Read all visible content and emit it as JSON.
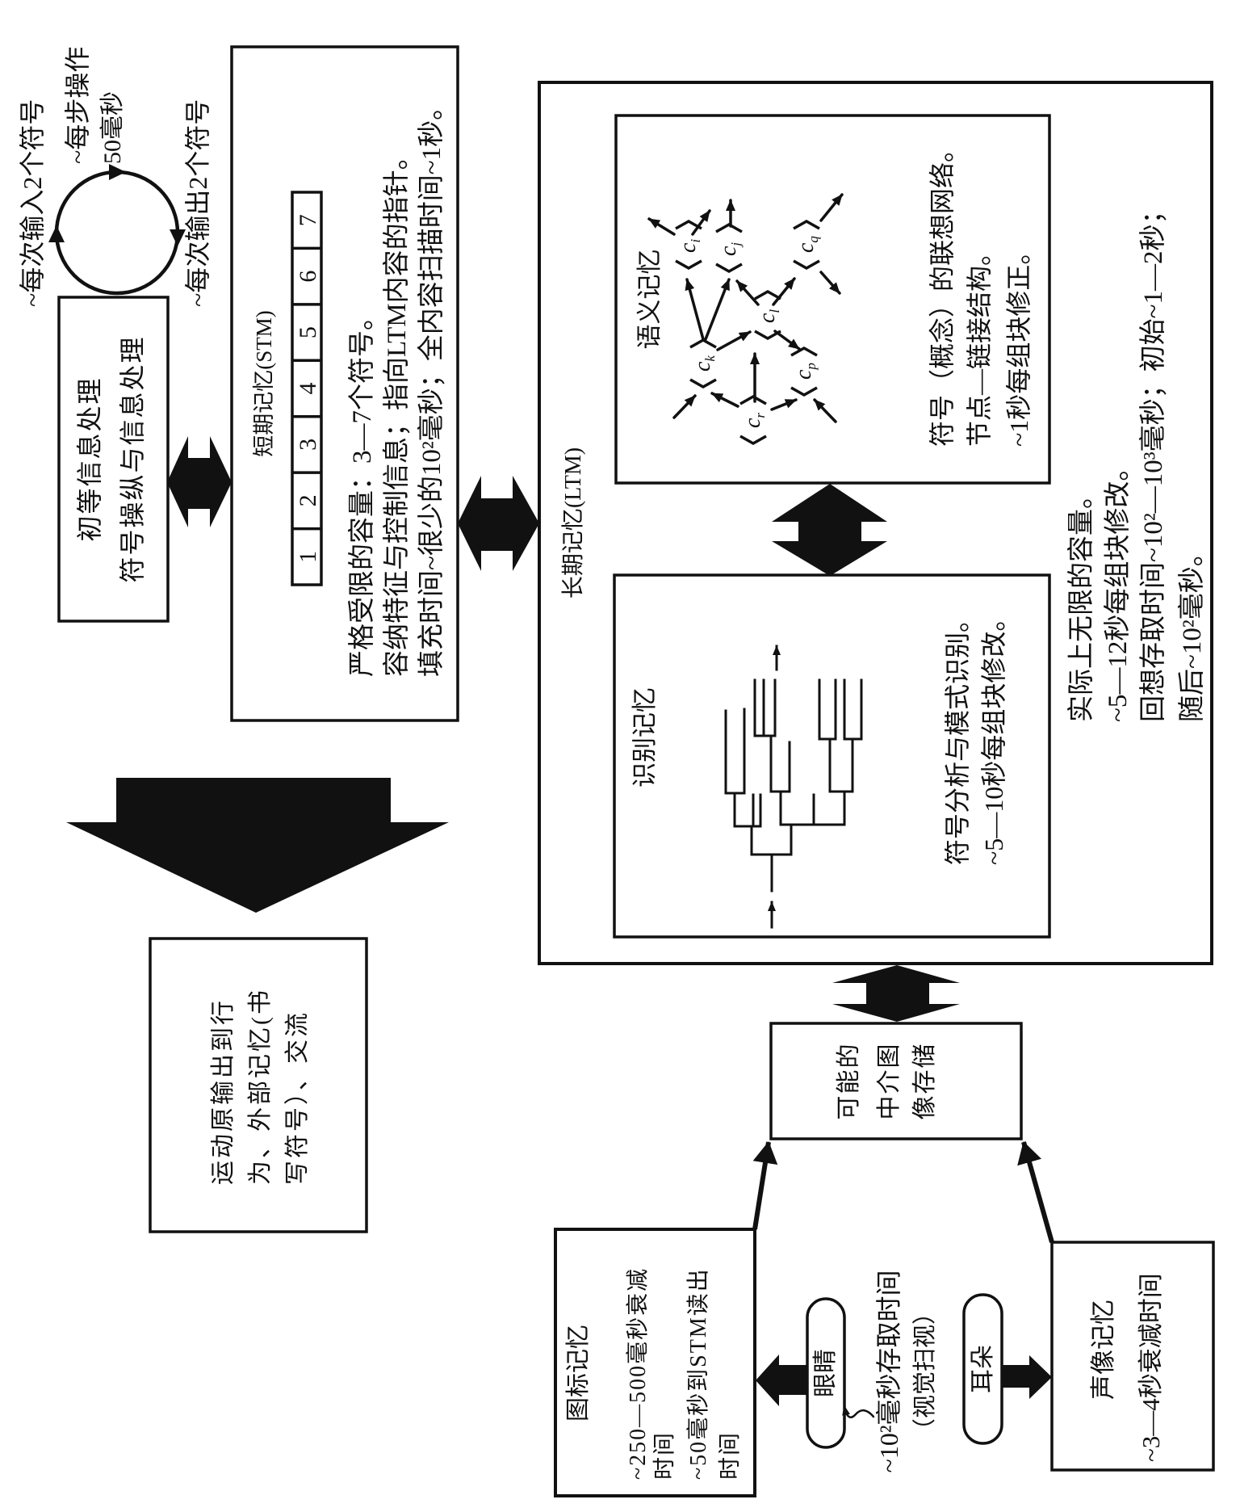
{
  "loop": {
    "input_label": "~每次输入2个符号",
    "step_label": [
      "~每步操作",
      "50毫秒"
    ],
    "output_label": "~每次输出2个符号"
  },
  "processor": {
    "lines": [
      "初等信息处理",
      "符号操纵与信息处理"
    ]
  },
  "stm": {
    "title": "短期记忆(STM)",
    "slots": [
      "1",
      "2",
      "3",
      "4",
      "5",
      "6",
      "7"
    ],
    "lines": [
      "严格受限的容量：3—7个符号。",
      "容纳特征与控制信息；指向LTM内容的指针。",
      "填充时间~很少的10²毫秒；全内容扫描时间~1秒。"
    ]
  },
  "ltm": {
    "title": "长期记忆(LTM)",
    "semantic_memory": {
      "title": "语义记忆",
      "nodes": [
        {
          "letter": "c",
          "sub": "i"
        },
        {
          "letter": "c",
          "sub": "j"
        },
        {
          "letter": "c",
          "sub": "q"
        },
        {
          "letter": "c",
          "sub": "l"
        },
        {
          "letter": "c",
          "sub": "k"
        },
        {
          "letter": "c",
          "sub": "p"
        },
        {
          "letter": "c",
          "sub": "r"
        }
      ],
      "lines": [
        "符号（概念）的联想网络。",
        "节点—链接结构。",
        "~1秒每组块修正。"
      ]
    },
    "recognition_memory": {
      "title": "识别记忆",
      "lines": [
        "符号分析与模式识别。",
        "~5—10秒每组块修改。"
      ]
    },
    "lines": [
      "实际上无限的容量。",
      "~5—12秒每组块修改。",
      "回想存取时间~10²—10³毫秒；初始~1—2秒；",
      "随后~10²毫秒。"
    ]
  },
  "motor_output": {
    "lines": [
      "运动原输出到行",
      "为、外部记忆(书",
      "写符号）、交流"
    ]
  },
  "intermediate_store": {
    "lines": [
      "可能的",
      "中介图",
      "像存储"
    ]
  },
  "iconic_memory": {
    "title": "图标记忆",
    "lines": [
      "~250—500毫秒衰减",
      "时间",
      "~50毫秒到STM读出",
      "时间"
    ]
  },
  "sensors": {
    "eye": "眼睛",
    "ear": "耳朵",
    "scan_note": [
      "~10²毫秒存取时间",
      "（视觉扫视）"
    ]
  },
  "echoic_memory": {
    "title": "声像记忆",
    "lines": [
      "~3—4秒衰减时间"
    ]
  }
}
